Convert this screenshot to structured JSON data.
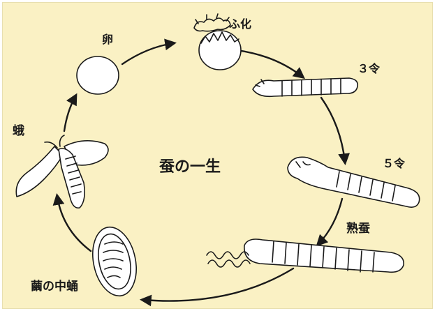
{
  "title": "蚕の一生",
  "stages": {
    "egg": "卵",
    "hatching": "ふ化",
    "instar3": "３令",
    "instar5": "５令",
    "mature": "熟蚕",
    "pupa": "繭の中蛹",
    "moth": "蛾"
  },
  "colors": {
    "background": "#faf1c4",
    "ink": "#1a1a1a",
    "fill": "#ffffff"
  }
}
